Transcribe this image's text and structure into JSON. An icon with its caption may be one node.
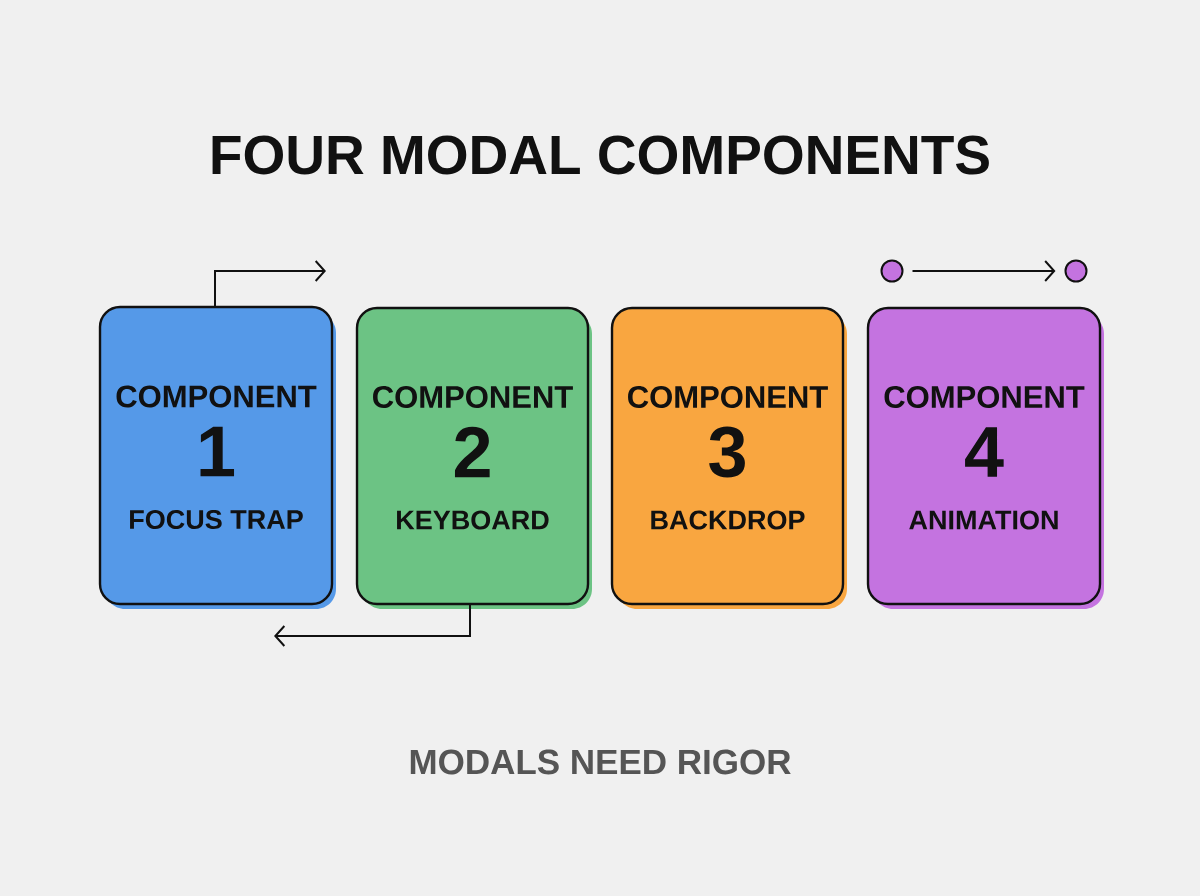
{
  "diagram": {
    "title": "FOUR MODAL COMPONENTS",
    "caption": "MODALS NEED RIGOR",
    "nodes": [
      {
        "text": [
          "COMPONENT",
          "1",
          "FOCUS TRAP"
        ]
      },
      {
        "text": [
          "COMPONENT",
          "2",
          "KEYBOARD"
        ]
      },
      {
        "text": [
          "COMPONENT",
          "3",
          "BACKDROP"
        ]
      },
      {
        "text": [
          "COMPONENT",
          "4",
          "ANIMATION"
        ]
      },
      {
        "text": [],
        "shape": "circle"
      },
      {
        "text": [],
        "shape": "circle"
      }
    ],
    "edges": [
      {
        "from": 0,
        "to": null,
        "arrow": "to"
      },
      {
        "from": 1,
        "to": null,
        "arrow": "to"
      },
      {
        "from": 4,
        "to": 5,
        "arrow": "to"
      }
    ]
  }
}
